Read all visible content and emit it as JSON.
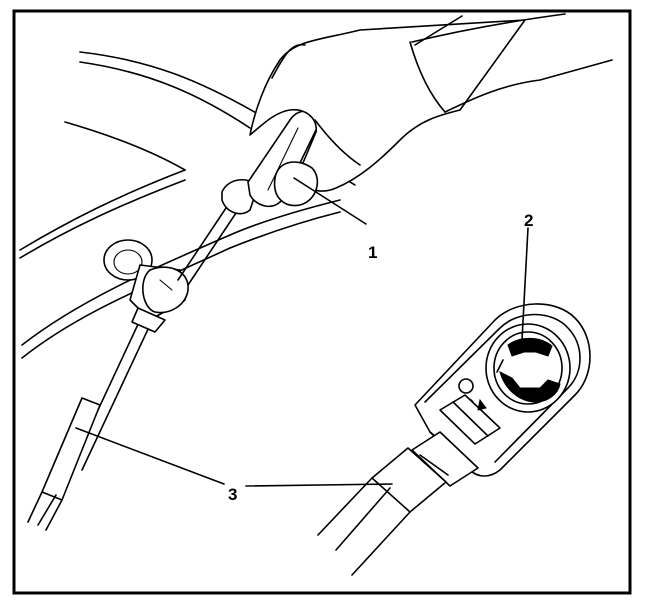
{
  "figure": {
    "callouts": [
      {
        "id": "1",
        "text": "1"
      },
      {
        "id": "2",
        "text": "2"
      },
      {
        "id": "3",
        "text": "3"
      }
    ],
    "icons": {
      "hand": "hand-holding-screwdriver",
      "screwdriver": "screwdriver",
      "cable": "control-cable",
      "bracket": "cable-end-bracket",
      "socket": "retainer-socket"
    },
    "colors": {
      "line": "#000000",
      "background": "#ffffff"
    }
  }
}
